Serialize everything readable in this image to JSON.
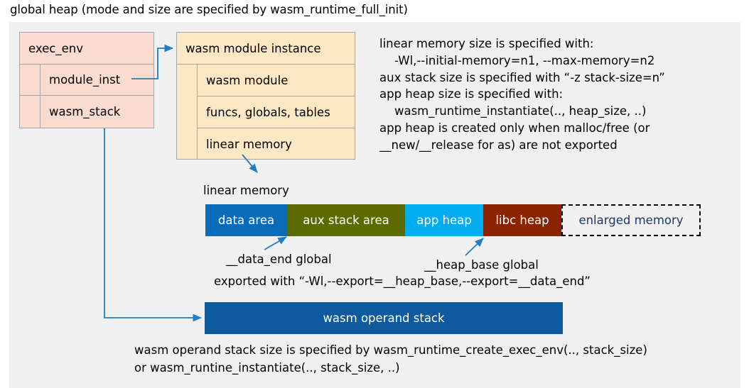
{
  "title": "global heap (mode and size are specified by wasm_runtime_full_init)",
  "exec_env": {
    "header": "exec_env",
    "fields": [
      "module_inst",
      "wasm_stack"
    ]
  },
  "wasm_module_instance": {
    "header": "wasm module instance",
    "fields": [
      "wasm module",
      "funcs, globals, tables",
      "linear memory"
    ]
  },
  "notes": "linear memory size is specified with:\n    -Wl,--initial-memory=n1, --max-memory=n2\naux stack size is specified with “-z stack-size=n”\napp heap size is specified with:\n    wasm_runtime_instantiate(.., heap_size, ..)\napp heap is created only when malloc/free (or\n__new/__release for as) are not exported",
  "linear_memory": {
    "label": "linear memory",
    "segments": [
      {
        "label": "data area",
        "color": "#0a6cb8",
        "width": 115,
        "dashed": false
      },
      {
        "label": "aux stack area",
        "color": "#5c6b00",
        "width": 166,
        "dashed": false
      },
      {
        "label": "app heap",
        "color": "#00aeef",
        "width": 110,
        "dashed": false
      },
      {
        "label": "libc heap",
        "color": "#8b2200",
        "width": 110,
        "dashed": false
      },
      {
        "label": "enlarged memory",
        "color": "transparent",
        "width": 196,
        "dashed": true
      }
    ]
  },
  "annotations": {
    "data_end": "__data_end global",
    "heap_base": "__heap_base global",
    "exported": "exported with “-Wl,--export=__heap_base,--export=__data_end”"
  },
  "operand_stack": {
    "label": "wasm operand stack",
    "color": "#0d5a9e"
  },
  "caption": "wasm operand stack size is specified by wasm_runtime_create_exec_env(.., stack_size)\nor wasm_runtine_instantiate(.., stack_size, ..)",
  "colors": {
    "canvas_bg": "#f0f0f0",
    "exec_env_fill": "#fadbd0",
    "module_inst_fill": "#fde8c3",
    "box_border": "#a6a6a6",
    "arrow": "#1f7ec2",
    "enlarged_text": "#1f3864"
  }
}
